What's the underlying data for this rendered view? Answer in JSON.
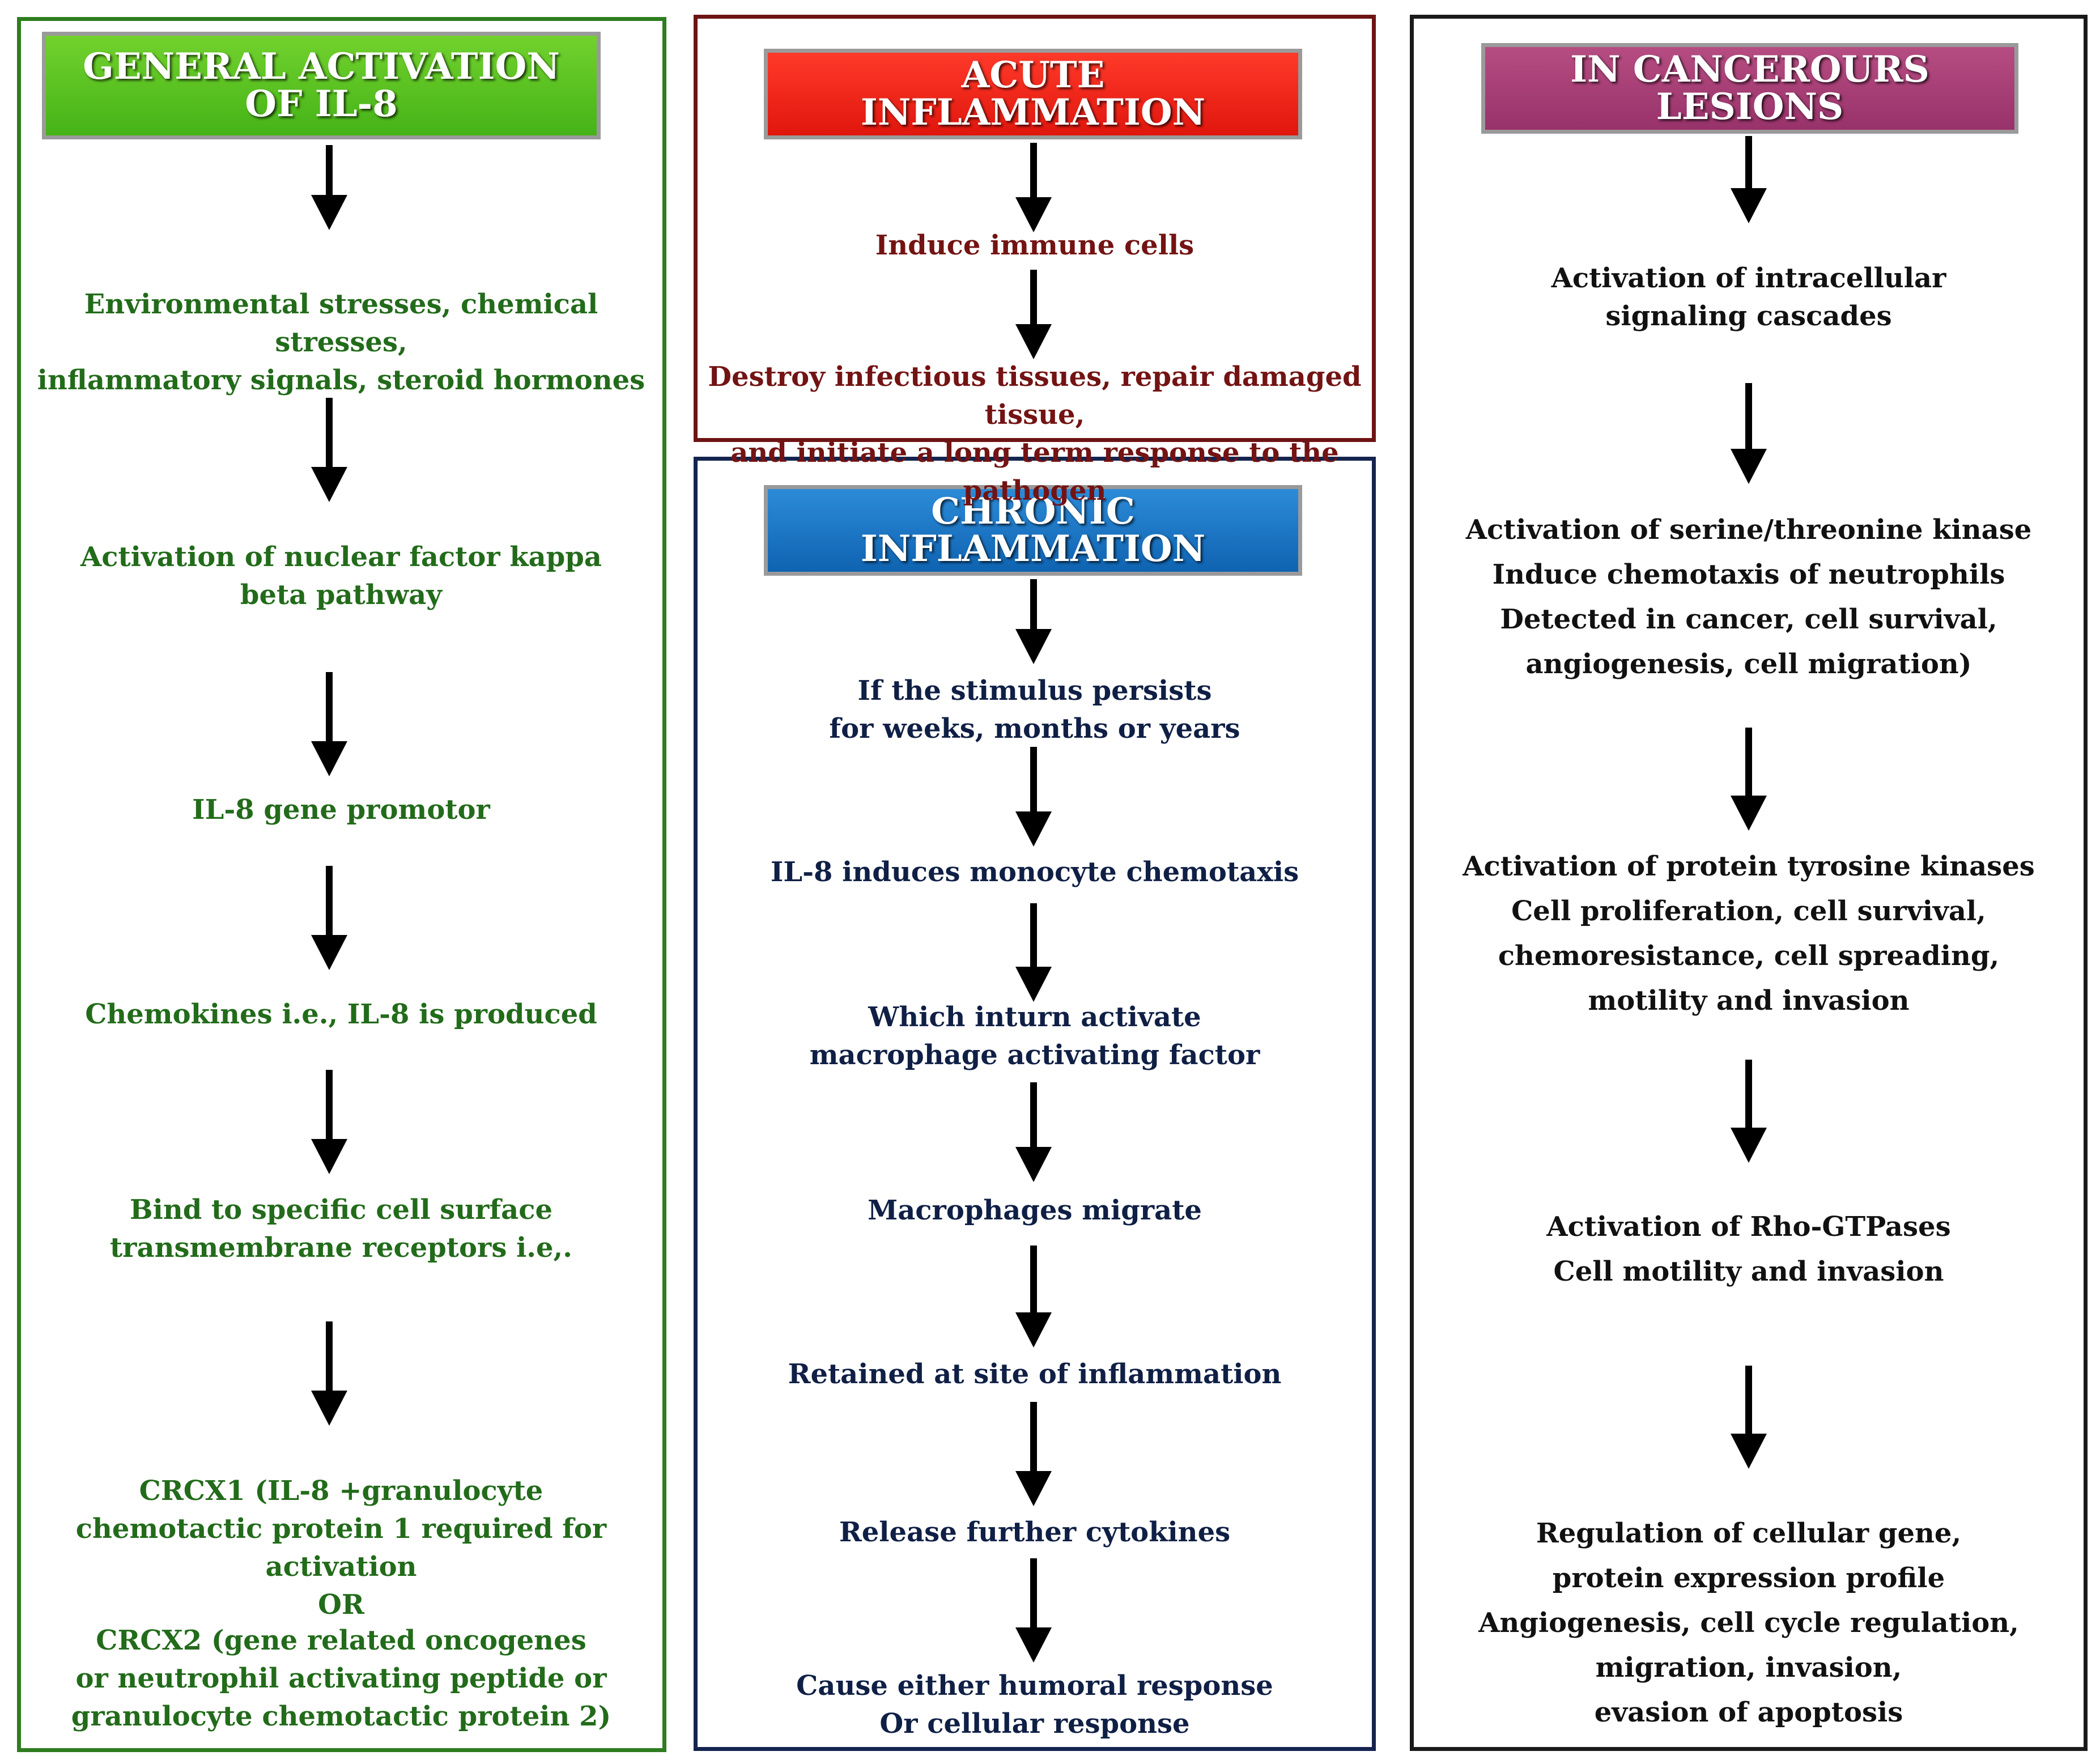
{
  "general": {
    "title": "GENERAL ACTIVATION\nOF IL-8",
    "steps": [
      "Environmental stresses, chemical stresses,\ninflammatory signals, steroid hormones",
      "Activation of nuclear factor kappa\nbeta pathway",
      "IL-8 gene promotor",
      "Chemokines i.e., IL-8 is produced",
      "Bind to specific cell surface\ntransmembrane receptors i.e,.",
      "CRCX1 (IL-8 +granulocyte\nchemotactic protein 1 required for activation\nOR",
      "CRCX2 (gene related oncogenes\nor neutrophil  activating peptide or\ngranulocyte chemotactic protein 2)"
    ]
  },
  "acute": {
    "title": "ACUTE\nINFLAMMATION",
    "steps": [
      "Induce immune cells",
      "Destroy infectious tissues, repair damaged tissue,\nand initiate a long term response to the pathogen"
    ]
  },
  "chronic": {
    "title": "CHRONIC\nINFLAMMATION",
    "steps": [
      "If the stimulus persists\nfor weeks, months or years",
      "IL-8 induces monocyte chemotaxis",
      "Which inturn activate\nmacrophage activating factor",
      "Macrophages migrate",
      "Retained at site of inflammation",
      "Release further cytokines",
      "Cause either humoral response\nOr cellular response"
    ]
  },
  "cancer": {
    "title": "IN CANCEROURS\nLESIONS",
    "steps": [
      "Activation of intracellular\nsignaling cascades",
      "Activation of serine/threonine kinase\nInduce chemotaxis of neutrophils\nDetected in cancer, cell survival,\nangiogenesis, cell migration)",
      "Activation of protein tyrosine kinases\nCell proliferation, cell survival,\nchemoresistance, cell spreading,\nmotility and invasion",
      "Activation of Rho-GTPases\nCell motility and invasion",
      "Regulation of cellular gene,\nprotein expression profile\nAngiogenesis, cell cycle regulation,\nmigration,  invasion,\nevasion of apoptosis"
    ]
  },
  "colors": {
    "general": "#4cbb17",
    "acute": "#ef1e12",
    "chronic": "#1572c2",
    "cancer": "#a33e75"
  }
}
